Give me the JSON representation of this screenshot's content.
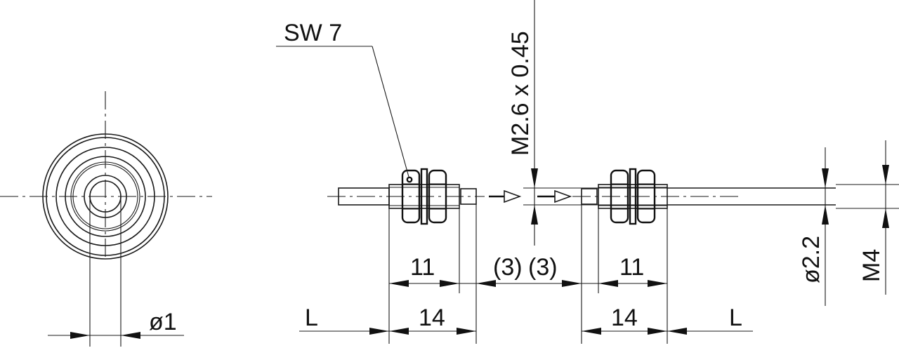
{
  "labels": {
    "across_flats": "SW 7",
    "thread_fine": "M2.6 x 0.45",
    "bore_diameter": "ø1",
    "cable_diameter": "ø2.2",
    "thread_m4": "M4",
    "len_left_11": "11",
    "len_left_14": "14",
    "gap_left": "(3)",
    "gap_right": "(3)",
    "len_right_11": "11",
    "len_right_14": "14",
    "length_left": "L",
    "length_right": "L"
  }
}
